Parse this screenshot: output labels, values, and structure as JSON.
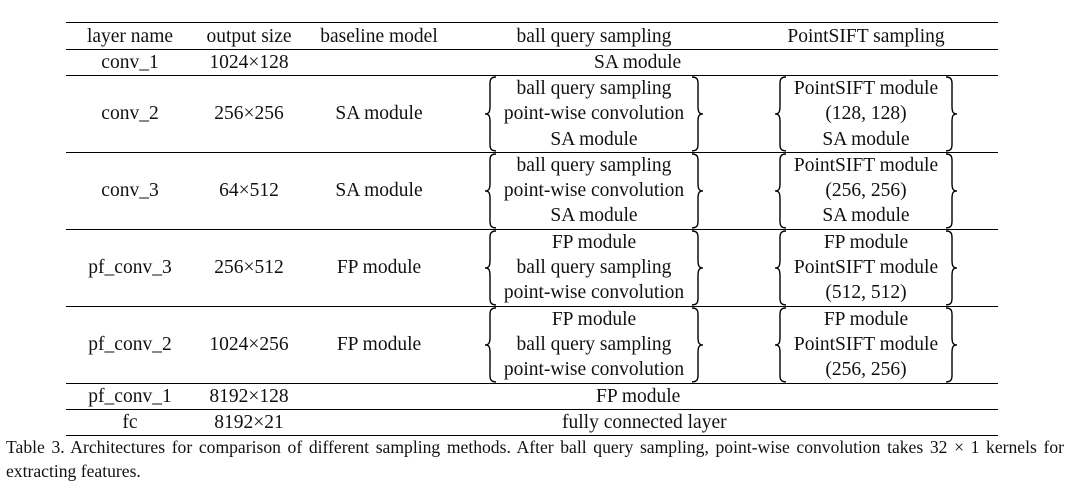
{
  "table": {
    "headers": [
      "layer name",
      "output size",
      "baseline model",
      "ball query sampling",
      "PointSIFT sampling"
    ],
    "rows": [
      {
        "layer": "conv_1",
        "layer_main": "conv",
        "layer_sub": "1",
        "size": "1024×128",
        "span": "SA module"
      },
      {
        "layer": "conv_2",
        "layer_main": "conv",
        "layer_sub": "2",
        "size": "256×256",
        "baseline": "SA module",
        "ball": [
          "ball query sampling",
          "point-wise convolution",
          "SA module"
        ],
        "sift": [
          "PointSIFT module",
          "(128, 128)",
          "SA module"
        ]
      },
      {
        "layer": "conv_3",
        "layer_main": "conv",
        "layer_sub": "3",
        "size": "64×512",
        "baseline": "SA module",
        "ball": [
          "ball query sampling",
          "point-wise convolution",
          "SA module"
        ],
        "sift": [
          "PointSIFT module",
          "(256, 256)",
          "SA module"
        ]
      },
      {
        "layer": "pf_conv_3",
        "layer_main": "pf",
        "layer_sub": "conv",
        "layer_sub2": "3",
        "size": "256×512",
        "baseline": "FP module",
        "ball": [
          "FP module",
          "ball query sampling",
          "point-wise convolution"
        ],
        "sift": [
          "FP module",
          "PointSIFT module",
          "(512, 512)"
        ]
      },
      {
        "layer": "pf_conv_2",
        "layer_main": "pf",
        "layer_sub": "conv",
        "layer_sub2": "2",
        "size": "1024×256",
        "baseline": "FP module",
        "ball": [
          "FP module",
          "ball query sampling",
          "point-wise convolution"
        ],
        "sift": [
          "FP module",
          "PointSIFT module",
          "(256, 256)"
        ]
      },
      {
        "layer": "pf_conv_1",
        "layer_main": "pf",
        "layer_sub": "conv",
        "layer_sub2": "1",
        "size": "8192×128",
        "span": "FP module"
      },
      {
        "layer": "fc",
        "layer_main": "fc",
        "size": "8192×21",
        "span": "fully connected layer"
      }
    ]
  },
  "caption": "Table 3. Architectures for comparison of different sampling methods.  After ball query sampling, point-wise convolution takes 32 × 1 kernels for extracting features."
}
